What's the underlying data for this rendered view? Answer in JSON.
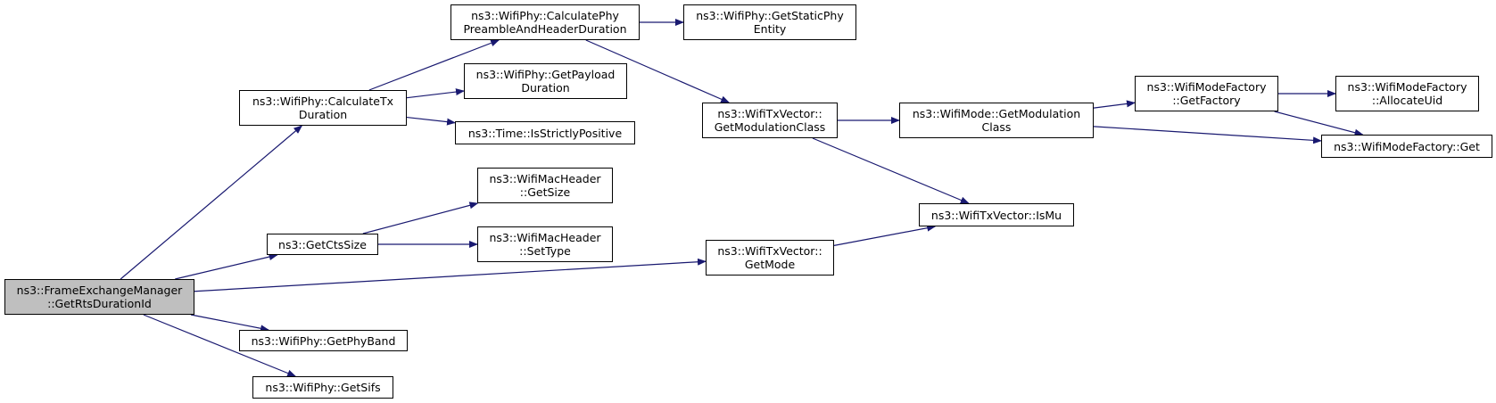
{
  "colors": {
    "edge": "#191970",
    "root_fill": "#bfbfbf",
    "node_fill": "#ffffff",
    "border": "#000000"
  },
  "nodes": {
    "root": "ns3::FrameExchangeManager\n::GetRtsDurationId",
    "calc_tx": "ns3::WifiPhy::CalculateTx\nDuration",
    "get_cts_size": "ns3::GetCtsSize",
    "get_phy_band": "ns3::WifiPhy::GetPhyBand",
    "get_sifs": "ns3::WifiPhy::GetSifs",
    "calc_preamble": "ns3::WifiPhy::CalculatePhy\nPreambleAndHeaderDuration",
    "get_payload": "ns3::WifiPhy::GetPayload\nDuration",
    "time_pos": "ns3::Time::IsStrictlyPositive",
    "mac_size": "ns3::WifiMacHeader\n::GetSize",
    "mac_settype": "ns3::WifiMacHeader\n::SetType",
    "static_phy": "ns3::WifiPhy::GetStaticPhy\nEntity",
    "txv_modclass": "ns3::WifiTxVector::\nGetModulationClass",
    "txv_getmode": "ns3::WifiTxVector::\nGetMode",
    "txv_ismu": "ns3::WifiTxVector::IsMu",
    "mode_modclass": "ns3::WifiMode::GetModulation\nClass",
    "factory_get": "ns3::WifiModeFactory\n::GetFactory",
    "factory_alloc": "ns3::WifiModeFactory\n::AllocateUid",
    "factory_get2": "ns3::WifiModeFactory::Get"
  },
  "edges": [
    [
      "root",
      "calc_tx"
    ],
    [
      "root",
      "get_cts_size"
    ],
    [
      "root",
      "txv_getmode"
    ],
    [
      "root",
      "get_phy_band"
    ],
    [
      "root",
      "get_sifs"
    ],
    [
      "calc_tx",
      "calc_preamble"
    ],
    [
      "calc_tx",
      "get_payload"
    ],
    [
      "calc_tx",
      "time_pos"
    ],
    [
      "calc_preamble",
      "static_phy"
    ],
    [
      "calc_preamble",
      "txv_modclass"
    ],
    [
      "get_cts_size",
      "mac_size"
    ],
    [
      "get_cts_size",
      "mac_settype"
    ],
    [
      "txv_modclass",
      "mode_modclass"
    ],
    [
      "txv_modclass",
      "txv_ismu"
    ],
    [
      "txv_getmode",
      "txv_ismu"
    ],
    [
      "mode_modclass",
      "factory_get"
    ],
    [
      "mode_modclass",
      "factory_get2"
    ],
    [
      "factory_get",
      "factory_alloc"
    ],
    [
      "factory_get",
      "factory_get2"
    ]
  ]
}
